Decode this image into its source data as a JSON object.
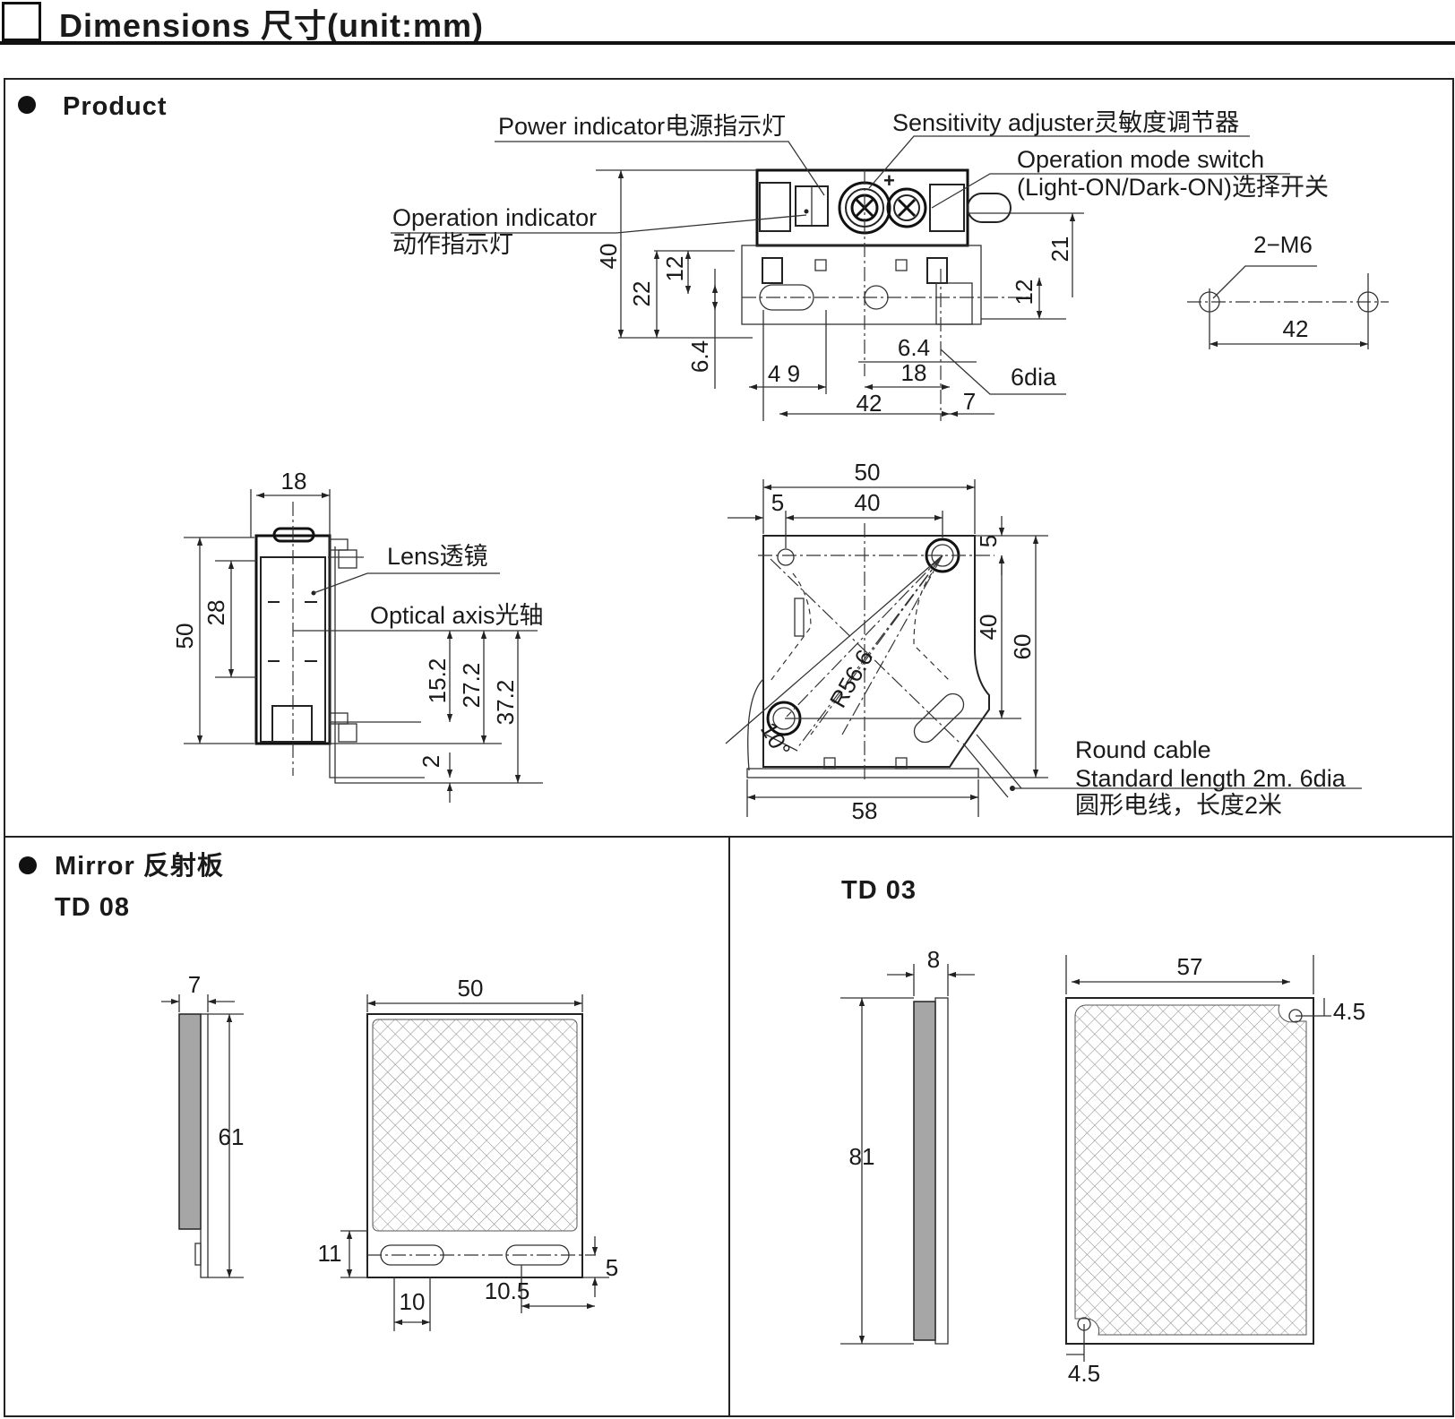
{
  "header": {
    "title": "Dimensions 尺寸(unit:mm)"
  },
  "product": {
    "section_title": "Product",
    "callouts": {
      "power_indicator": "Power indicator电源指示灯",
      "sensitivity_adjuster": "Sensitivity adjuster灵敏度调节器",
      "operation_mode_1": "Operation mode switch",
      "operation_mode_2": "(Light-ON/Dark-ON)选择开关",
      "operation_indicator_1": "Operation indicator",
      "operation_indicator_2": "动作指示灯",
      "lens": "Lens透镜",
      "optical_axis": "Optical axis光轴",
      "cable_1": "Round cable",
      "cable_2": "Standard length 2m. 6dia",
      "cable_3": "圆形电线，长度2米",
      "mounting_holes": "2−M6",
      "hole_dia": "6dia"
    },
    "top_view_dims": {
      "d40": "40",
      "d22": "22",
      "d12a": "12",
      "d6_4a": "6.4",
      "d4_9": "4 9",
      "d6_4b": "6.4",
      "d18": "18",
      "d42": "42",
      "d7": "7",
      "d21": "21",
      "d12b": "12"
    },
    "hole_pattern_dims": {
      "d42": "42"
    },
    "side_view_dims": {
      "d18": "18",
      "d50": "50",
      "d28": "28",
      "d15_2": "15.2",
      "d27_2": "27.2",
      "d37_2": "37.2",
      "d2": "2"
    },
    "bracket_dims": {
      "d50": "50",
      "d5a": "5",
      "d40a": "40",
      "d5b": "5",
      "d40b": "40",
      "d60": "60",
      "r56_6": "R56.6",
      "angle": "10°",
      "d58": "58"
    }
  },
  "mirror": {
    "section_title": "Mirror 反射板",
    "td08": {
      "label": "TD 08",
      "d7": "7",
      "d61": "61",
      "d50": "50",
      "d11": "11",
      "d5": "5",
      "d10": "10",
      "d10_5": "10.5"
    },
    "td03": {
      "label": "TD 03",
      "d8": "8",
      "d81": "81",
      "d57": "57",
      "d4_5a": "4.5",
      "d4_5b": "4.5"
    }
  },
  "colors": {
    "line": "#222222",
    "mirror_fill": "#a6a6a6",
    "hatch": "#8a8a8a"
  }
}
